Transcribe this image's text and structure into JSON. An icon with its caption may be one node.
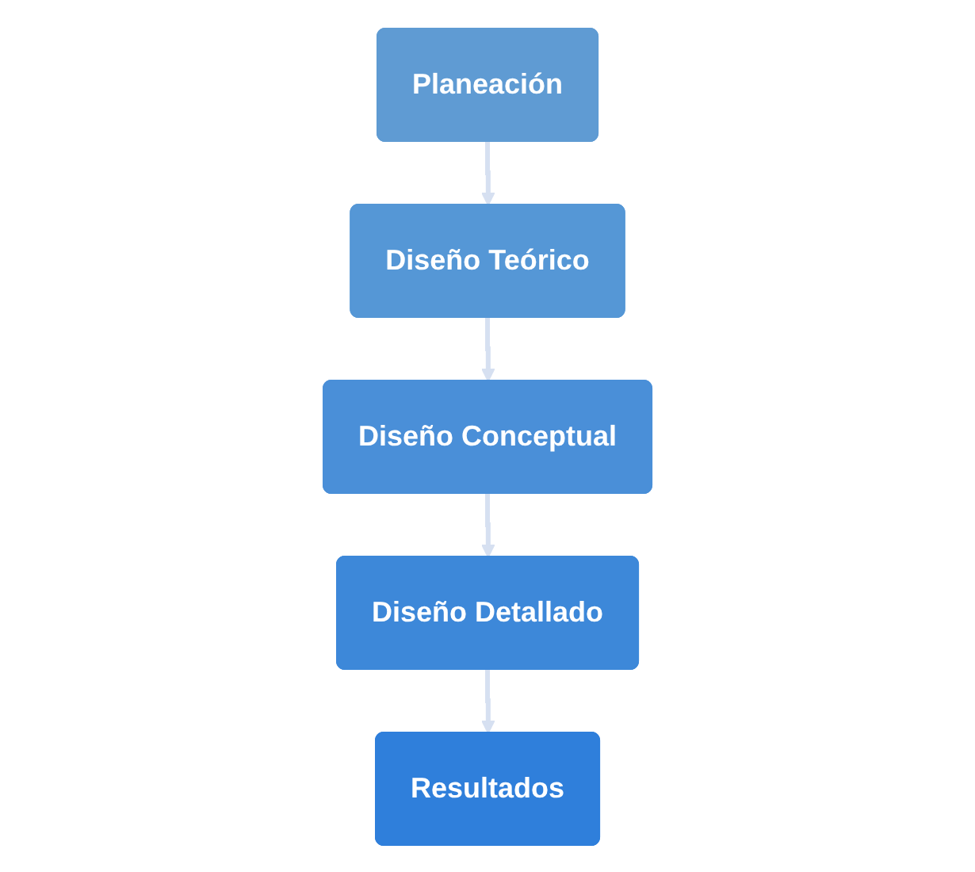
{
  "diagram": {
    "nodes": [
      {
        "text": [
          "Planeación"
        ]
      },
      {
        "text": [
          "Diseño Teórico"
        ]
      },
      {
        "text": [
          "Diseño Conceptual"
        ]
      },
      {
        "text": [
          "Diseño Detallado"
        ]
      },
      {
        "text": [
          "Resultados"
        ]
      }
    ],
    "edges": [
      {
        "from": 0,
        "to": 1,
        "arrow": "to"
      },
      {
        "from": 1,
        "to": 2,
        "arrow": "to"
      },
      {
        "from": 2,
        "to": 3,
        "arrow": "to"
      },
      {
        "from": 3,
        "to": 4,
        "arrow": "to"
      }
    ]
  }
}
